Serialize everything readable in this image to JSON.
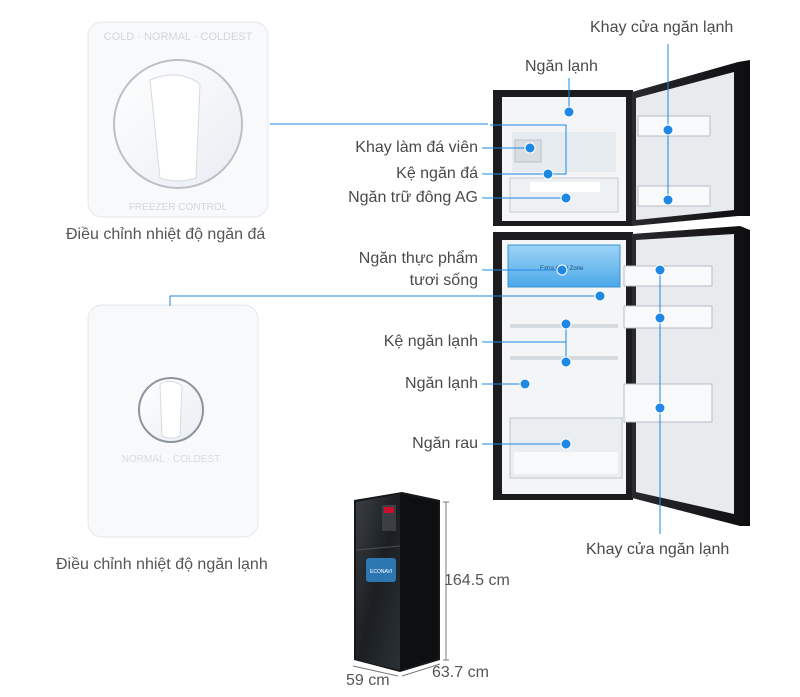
{
  "colors": {
    "callout": "#1e88e5",
    "fridge_body": "#1c1c1e",
    "interior": "#f4f6f8"
  },
  "knobs": {
    "freezer_caption": "Điều chỉnh nhiệt độ ngăn đá",
    "fridge_caption": "Điều chỉnh nhiệt độ ngăn lạnh"
  },
  "labels": {
    "door_tray_top": "Khay cửa ngăn lạnh",
    "compartment_top": "Ngăn lạnh",
    "ice_tray": "Khay làm đá viên",
    "freezer_shelf": "Kệ ngăn đá",
    "ag_freezer": "Ngăn trữ đông AG",
    "fresh_food_line1": "Ngăn thực phẩm",
    "fresh_food_line2": "tươi sống",
    "fridge_shelf": "Kệ ngăn lạnh",
    "fridge_compartment": "Ngăn lạnh",
    "vegetable": "Ngăn rau",
    "door_tray_bottom": "Khay cửa ngăn lạnh"
  },
  "dimensions": {
    "height": "164.5 cm",
    "depth": "63.7 cm",
    "width": "59 cm"
  },
  "icons": [
    "freezer-knob-icon",
    "fridge-knob-icon",
    "refrigerator-open-icon",
    "refrigerator-closed-icon"
  ]
}
